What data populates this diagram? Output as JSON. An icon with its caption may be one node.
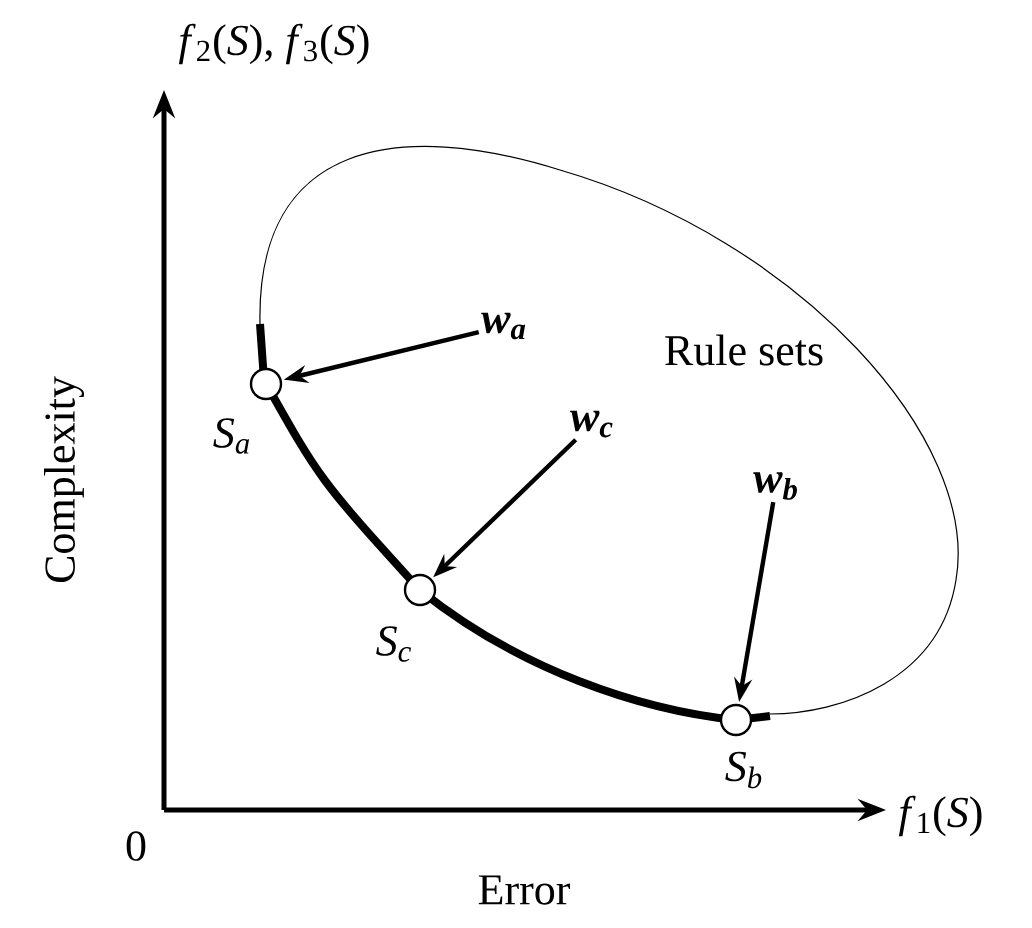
{
  "diagram": {
    "nodes": [
      {
        "text": [],
        "shape": "circle",
        "beside": [
          "*S*$_{a}$"
        ]
      },
      {
        "text": [],
        "shape": "circle",
        "beside": [
          "*S*$_{c}$"
        ]
      },
      {
        "text": [],
        "shape": "circle",
        "beside": [
          "*S*$_{b}$"
        ]
      },
      {
        "text": [
          "**w**$_{a}$"
        ]
      },
      {
        "text": [
          "**w**$_{c}$"
        ]
      },
      {
        "text": [
          "**w**$_{b}$"
        ]
      }
    ],
    "edges": [
      {
        "from": 3,
        "to": 0,
        "arrow": "to"
      },
      {
        "from": 4,
        "to": 1,
        "arrow": "to"
      },
      {
        "from": 5,
        "to": 2,
        "arrow": "to"
      }
    ],
    "labels": [
      "*f*$_{2}$(*S*),  *f*$_{3}$(*S*)",
      "Complexity",
      "Rule sets",
      "0",
      "*f*$_{1}$(*S*)",
      "Error"
    ]
  }
}
